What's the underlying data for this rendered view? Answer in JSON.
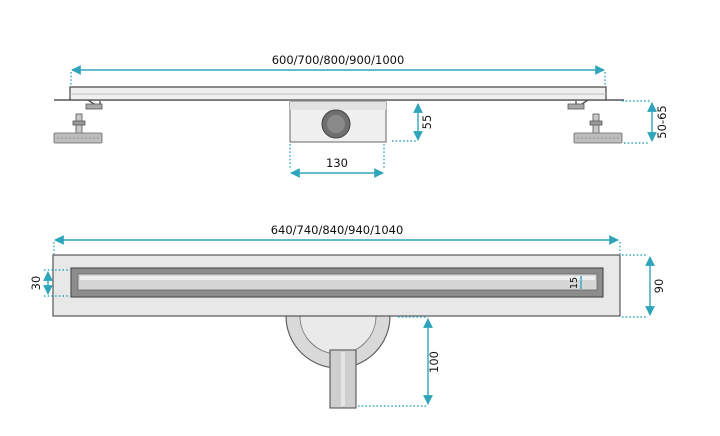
{
  "colors": {
    "dimension": "#2fa5bb",
    "body_fill": "#e8e8e8",
    "body_stroke": "#555555",
    "grate_fill": "#8c8c8c",
    "grate_inner": "#d6d6d6",
    "pipe_fill": "#cfcfcf",
    "pipe_inner": "#b0b0b0",
    "background": "#ffffff"
  },
  "top_view": {
    "length_label": "600/700/800/900/1000",
    "outlet_height_label": "55",
    "outlet_width_label": "130",
    "total_height_label": "50-65"
  },
  "bottom_view": {
    "length_label": "640/740/840/940/1040",
    "grate_height_label": "30",
    "depth_label": "90",
    "slot_label": "15",
    "pipe_length_label": "100"
  }
}
